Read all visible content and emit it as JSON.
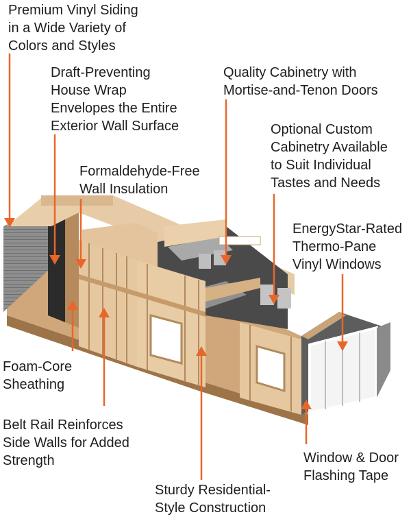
{
  "callouts": [
    {
      "id": "vinyl-siding",
      "lines": [
        "Premium Vinyl Siding",
        "in a Wide Variety of",
        "Colors and Styles"
      ]
    },
    {
      "id": "house-wrap",
      "lines": [
        "Draft-Preventing",
        "House Wrap",
        "Envelopes the Entire",
        "Exterior Wall Surface"
      ]
    },
    {
      "id": "cabinetry",
      "lines": [
        "Quality Cabinetry with",
        "Mortise-and-Tenon Doors"
      ]
    },
    {
      "id": "custom-cabinetry",
      "lines": [
        "Optional Custom",
        "Cabinetry Available",
        "to Suit Individual",
        "Tastes and Needs"
      ]
    },
    {
      "id": "insulation",
      "lines": [
        "Formaldehyde-Free",
        "Wall Insulation"
      ]
    },
    {
      "id": "windows",
      "lines": [
        "EnergyStar-Rated",
        "Thermo-Pane",
        "Vinyl Windows"
      ]
    },
    {
      "id": "sheathing",
      "lines": [
        "Foam-Core",
        "Sheathing"
      ]
    },
    {
      "id": "belt-rail",
      "lines": [
        "Belt Rail Reinforces",
        "Side Walls for Added",
        "Strength"
      ]
    },
    {
      "id": "flashing-tape",
      "lines": [
        "Window & Door",
        "Flashing Tape"
      ]
    },
    {
      "id": "construction",
      "lines": [
        "Sturdy Residential-",
        "Style Construction"
      ]
    }
  ],
  "colors": {
    "arrow": "#e8662a",
    "text": "#1e1e1e",
    "framing": "#e3c49c",
    "siding": "#8c8c8c",
    "wrap": "#2a2a2a",
    "gray_wall": "#5f5f5f"
  }
}
